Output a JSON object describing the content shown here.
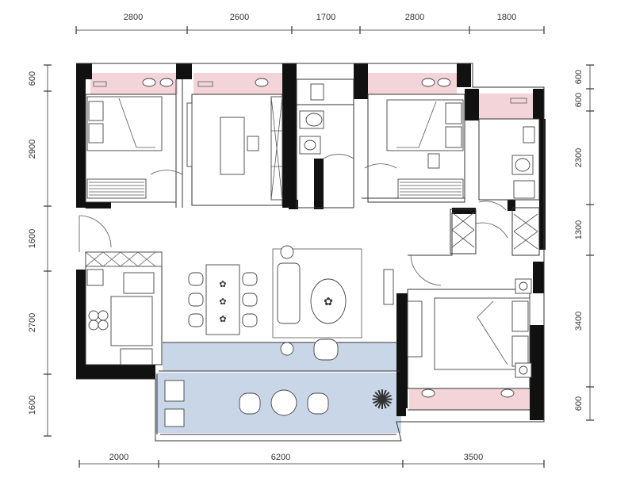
{
  "dimensions": {
    "top": [
      "2800",
      "2600",
      "1700",
      "2800",
      "1800"
    ],
    "bottom": [
      "2000",
      "6200",
      "3500"
    ],
    "left": [
      "600",
      "2900",
      "1600",
      "2700",
      "1600"
    ],
    "right": [
      "600",
      "600",
      "2300",
      "1300",
      "3400",
      "600"
    ]
  },
  "colors": {
    "wall": "#111111",
    "window_bay_pink": "#f2d4d9",
    "balcony_blue": "#c9d6e8",
    "line": "#333333"
  }
}
